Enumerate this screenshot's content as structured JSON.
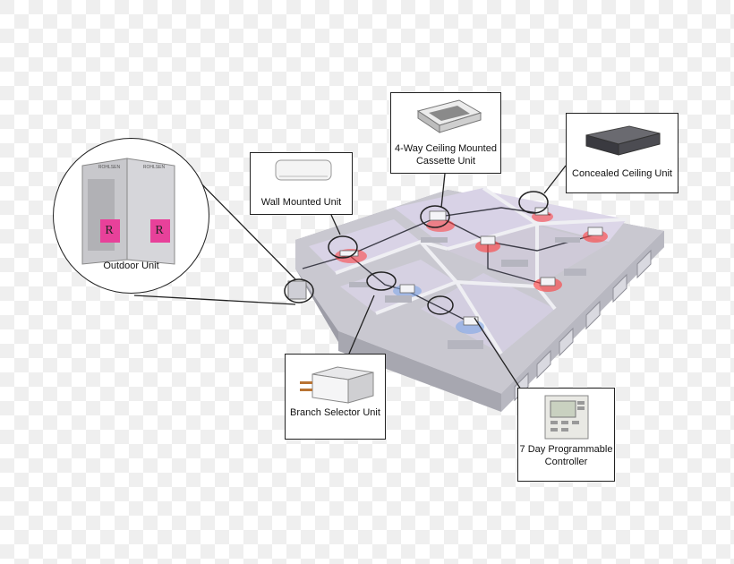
{
  "callouts": {
    "outdoor": {
      "label": "Outdoor Unit",
      "brand": "ROHLSEN",
      "panel_letter": "R"
    },
    "wall": {
      "label": "Wall Mounted Unit"
    },
    "cassette": {
      "label_line1": "4-Way Ceiling Mounted",
      "label_line2": "Cassette Unit"
    },
    "concealed": {
      "label": "Concealed Ceiling Unit"
    },
    "branch": {
      "label": "Branch Selector Unit"
    },
    "controller": {
      "label_line1": "7 Day Programmable",
      "label_line2": "Controller"
    }
  },
  "colors": {
    "checker_light": "#ffffff",
    "checker_dark": "#efefef",
    "floor": "#c9c8d0",
    "wall_top": "#e6e6ea",
    "wall_side": "#a9a9b2",
    "room_tint": "#d9d3e6",
    "warm_air": "#ff3b3b",
    "cool_air": "#7fa7e6",
    "outdoor_panel": "#e8419a",
    "leader_line": "#222222"
  }
}
